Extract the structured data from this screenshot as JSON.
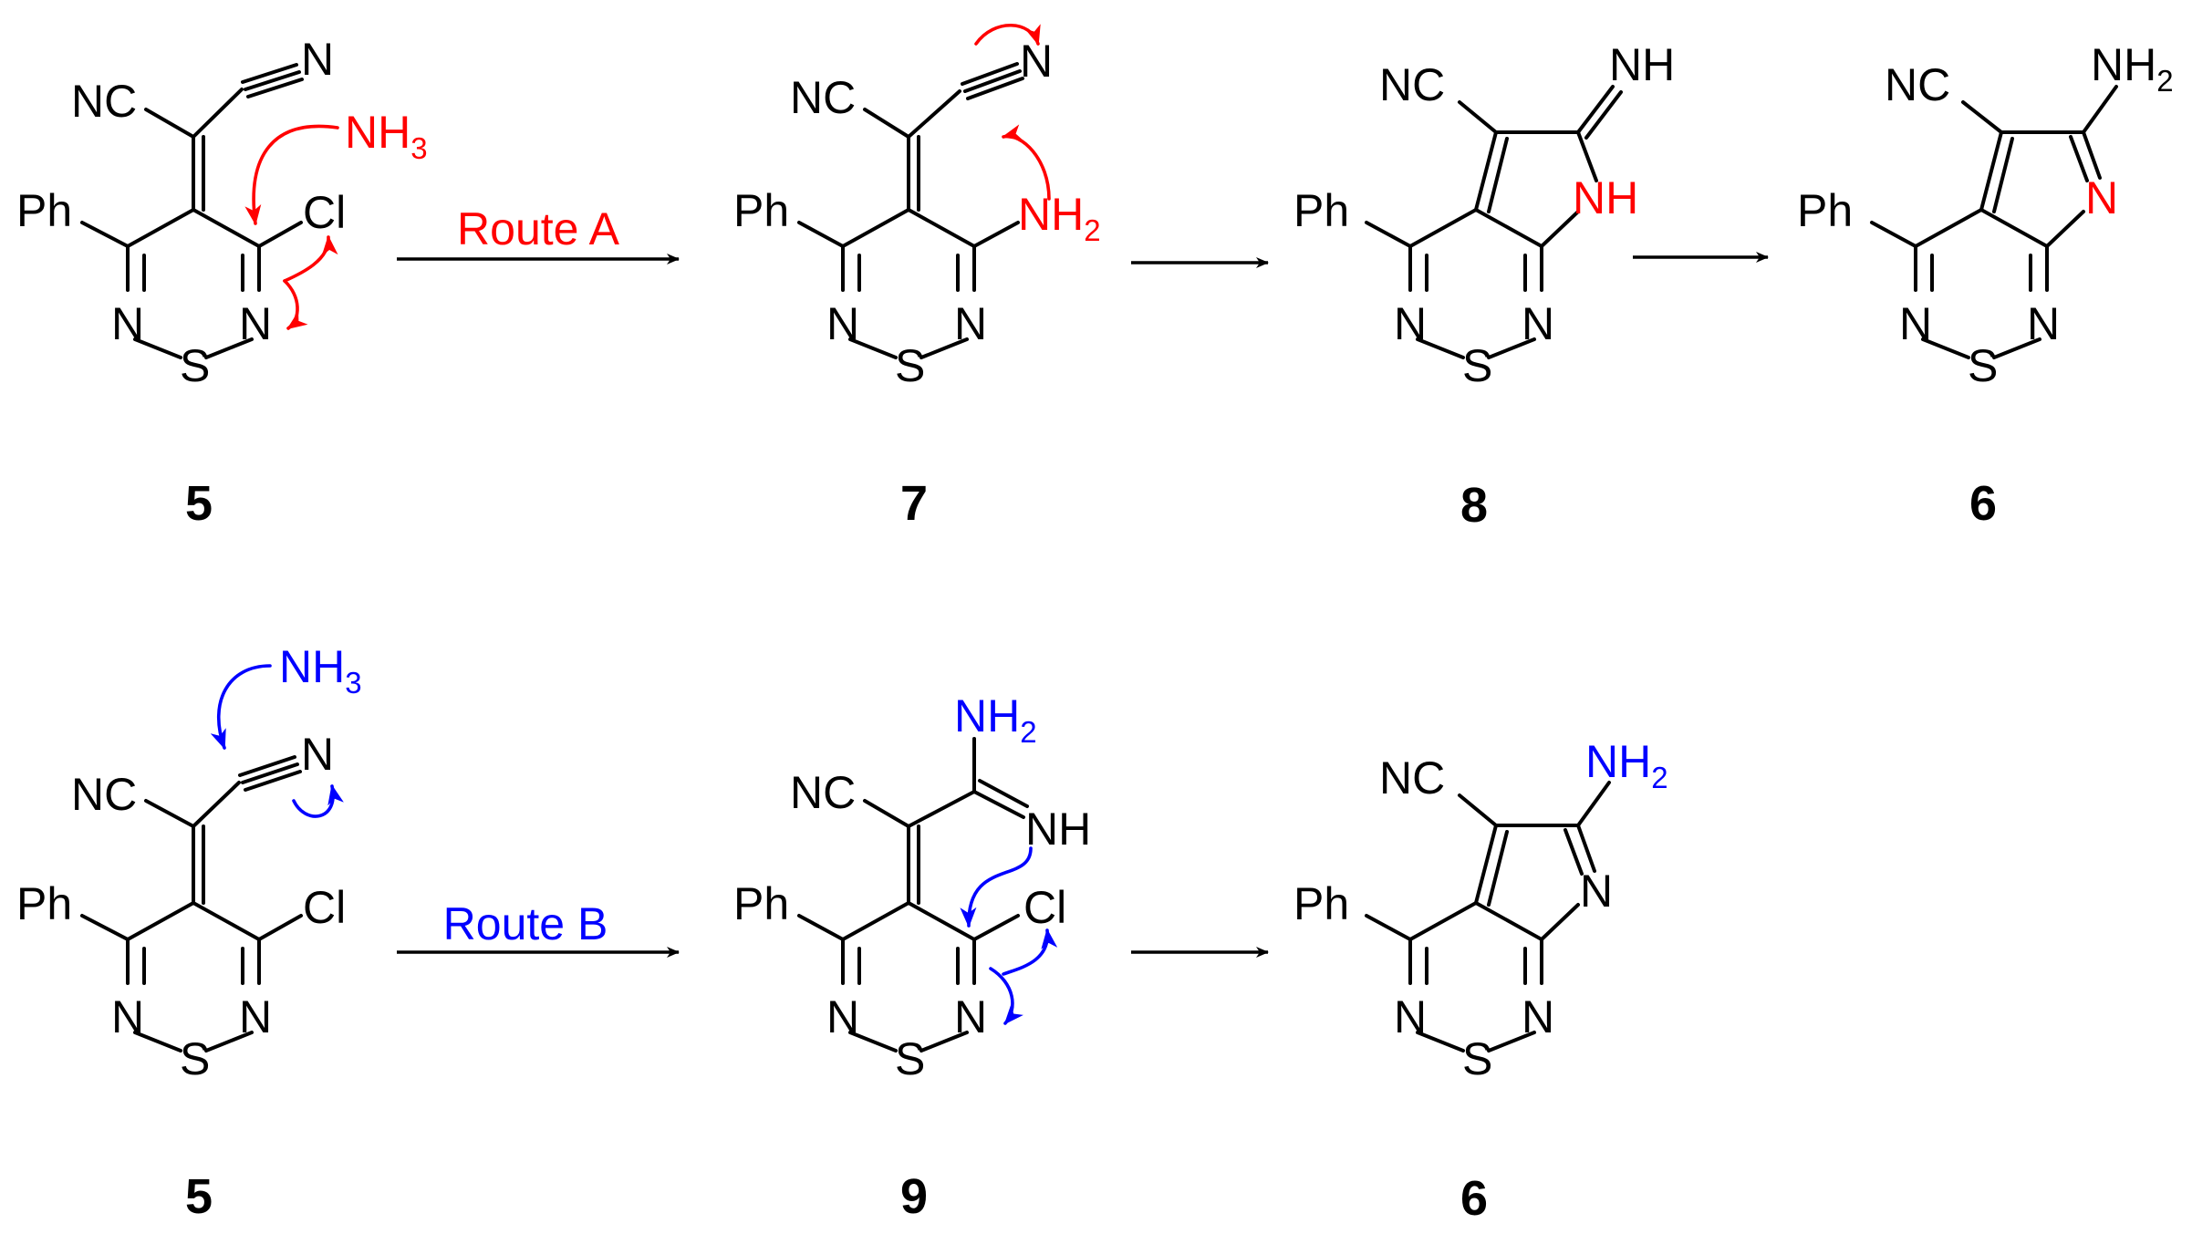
{
  "colors": {
    "ink": "#000000",
    "route_a": "#ff0000",
    "route_b": "#0000ff",
    "background": "#ffffff"
  },
  "routes": {
    "a": "Route A",
    "b": "Route B"
  },
  "compounds": {
    "r1_1": "5",
    "r1_2": "7",
    "r1_3": "8",
    "r1_4": "6",
    "r2_1": "5",
    "r2_2": "9",
    "r2_3": "6"
  },
  "atoms": {
    "ph": "Ph",
    "nc": "NC",
    "n": "N",
    "s": "S",
    "cl": "Cl",
    "nh": "NH",
    "nh_prefix": "NH",
    "nh3_sub": "3",
    "nh2_sub": "2"
  }
}
